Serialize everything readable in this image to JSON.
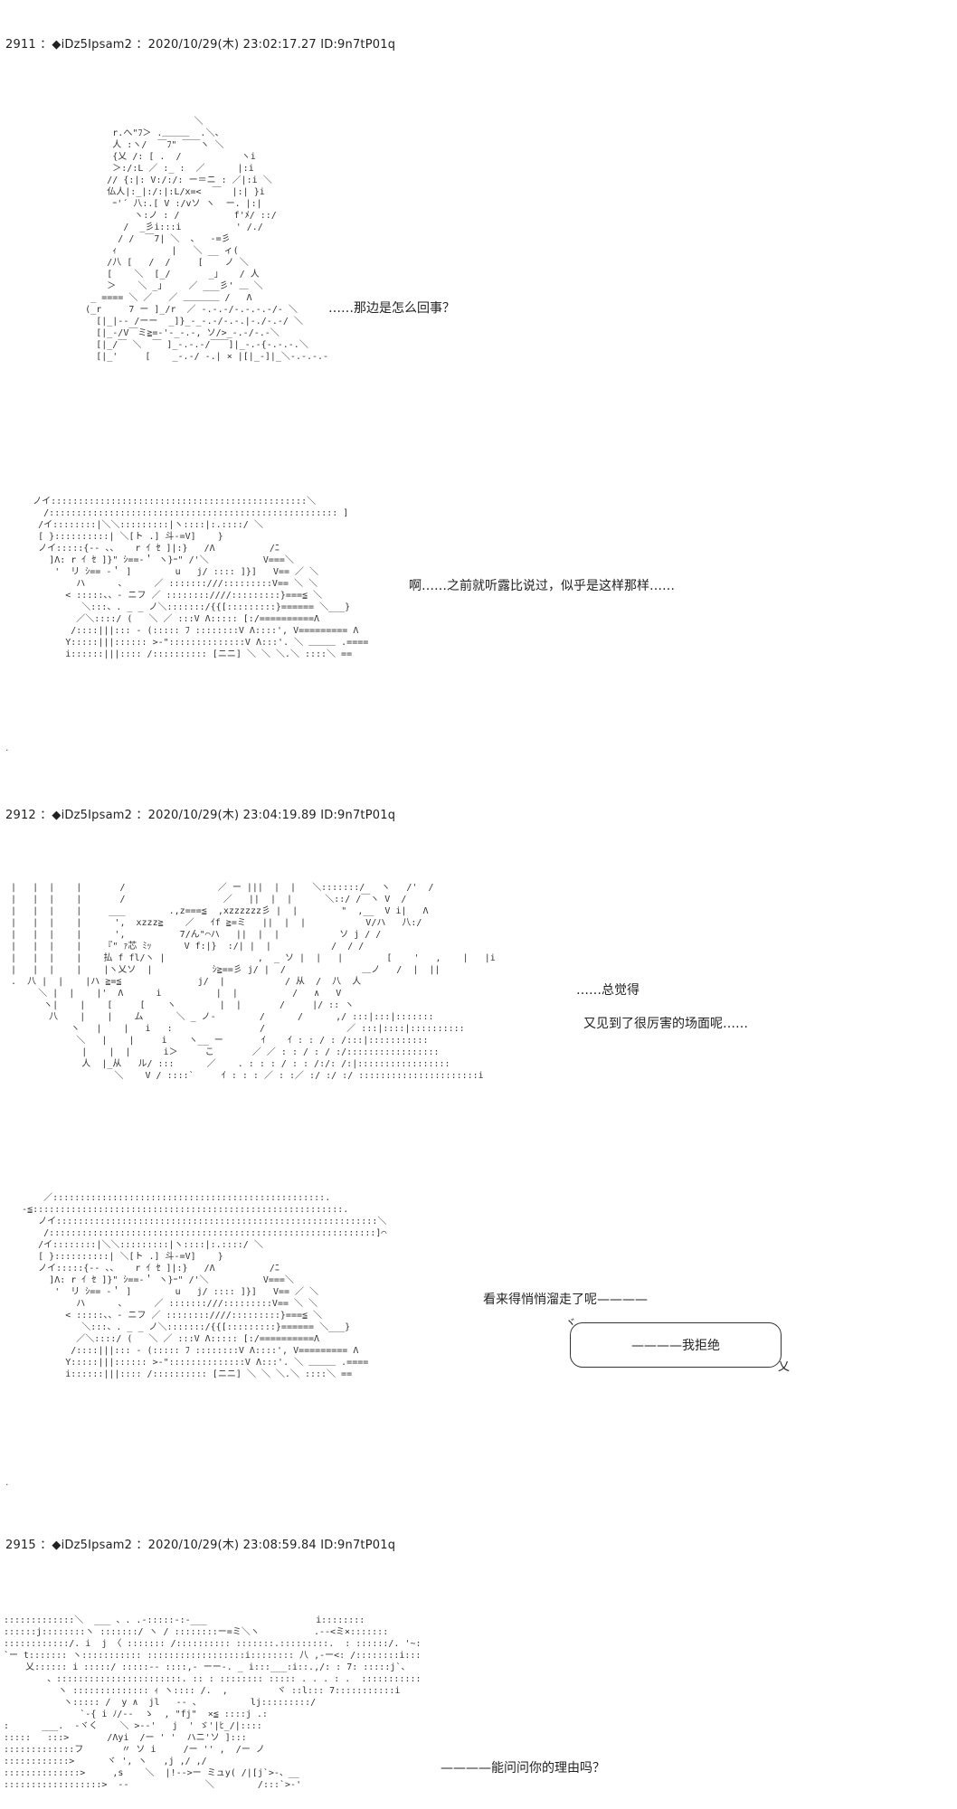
{
  "posts": [
    {
      "header": "2911 ：◆iDz5Ipsam2 ：2020/10/29(木) 23:02:17.27 ID:9n7tP01q",
      "lines": [
        "……那边是怎么回事？",
        "啊……之前就听露比说过，似乎是这样那样……"
      ]
    },
    {
      "header": "2912 ：◆iDz5Ipsam2 ：2020/10/29(木) 23:04:19.89 ID:9n7tP01q",
      "lines": [
        "……总觉得",
        "又见到了很厉害的场面呢……",
        "看来得悄悄溜走了呢————"
      ],
      "bubble": "————我拒绝"
    },
    {
      "header": "2915 ：◆iDz5Ipsam2 ：2020/10/29(木) 23:08:59.84 ID:9n7tP01q",
      "lines": [
        "————能问问你的理由吗？"
      ]
    }
  ],
  "art": {
    "a1": "                             ＼\n              r.へ\"ﾌ＞ .＿＿＿  .＼、\n              人 :ヽ/  ￣ﾌ\" ￣￣ヽ ＼\n              {乂 /: [ .  /           ヽi\n              ＞:/:L ／ :_ :  ／      |:i\n             // {:|: V:/:/: ー＝ニ : ／|:i ＼\n             仏人|:_|:/:|:L/x=<  ￣  |:| }i\n              ｰ'´ 八:.[ V :/vソ ヽ  ー. |:|\n                  ヽ:ノ : /          f'ﾒ/ ::/\n                /  _彡i:::i          ' /./\n               / /  ￣7| ＼  、  -=彡\n              ｨ          |   ＼ __ ィ(\n             /八 [   /  /     [    ノ ＼\n             [    ＼  [_/       _」   / 人\n             ＞    ＼ _」    ／ ___彡' ＿ ＼\n          _ ==== ＼ ／   ／ ＿＿＿＿ /   Λ\n         (_r     7 ー ]_/r  ／ -.-.-/-.-.-.-/- ＼\n           [|_|-- /ーー  _]}_-_-.-/-.-.|-./-.-/ ＼\n           [|_-/V￣ミ≧=-'-_-.-, ソ/>_-.-/-.-＼\n           [|_/￣ ＼  ￣ ]_-.-.-/￣￣]|_-.-{-.-.-.＼\n           [|_'     [    _-.-/ -.| × |[|_-]|_＼-.-.-.-",
    "a2": "      ノイ:::::::::::::::::::::::::::::::::::::::::::::::＼\n        /::::::::::::::::::::::::::::::::::::::::::::::::::::: ]\n       /イ::::::::|＼＼:::::::::|ヽ::::|:.::::/ ＼\n       [ }::::::::::| ＼[ト .] 斗-=V]    }\n       ノイ:::::{-‐ 、、   r ｲ ｾ ]|:}   /Λ          /ﾆ\n         ]Λ: r ｲ ｾ ]}\" ｼ==-＇ ヽ}ｰ\" /'＼          V===＼\n          '  リ ｼ== -＇ ]        u   j/ :::: ]}]   V== ／ ＼\n              ハ      、     ／ :::::::///:::::::::V== ＼ ＼\n            < :::::、、- ニフ ／ ::::::::////:::::::::}===≦ ＼\n               ＼:::、. _ _ ノ＼:::::::/{{[:::::::::}====== ＼___}\n              ／＼::::/ (   ＼ ／ :::V Λ::::: [:/==========Λ\n             /::::|||::: - (::::: ﾌ ::::::::V Λ::::', V========= Λ\n            Y:::::|||:::::: >-\"::::::::::::::V Λ:::'. ＼ ＿＿＿ .====\n            i::::::|||:::: /:::::::::: [ニニ] ＼ ＼ ＼.＼ ::::＼ ==",
    "a3": "  |   |  |    |       /                 ／ ー |||  |  |   ＼:::::::/   ヽ   /'  /\n  |   |  |    |       /                  ／   ||  |  |      ＼::/ /￣ヽ V  /\n  |   |  |    |     ___        .,z===≦  ,xzzzzzz彡 |  |        \"  ,__  V i|   Λ\n  |   |  |    |      ',  xzzz≧    ／   ｲf ≧=ミ   ||  |  |           V/ハ   八:/\n  |   |  |    |      ',          7/ん\"⌒ハ   ||  |  |           ソ j / /\n  |   |  |    |    『\" ｧ芯 ﾐｯ      V f:|}  :/| |  |           /  / /\n  |   |  |    |    払 f fl/ヽ |                 ,  _ ソ |  |   |        [    '   ,    |   |i\n  |   |  |    |    |ヽ乂ソ  |           ｼ≧==彡 j/ |  /              ＿ノ   /  |  ||\n  .  八 |  |    |ハ ≧=≦              j/  |           / 从  /  八  人\n       ＼ |  |    |'  Λ      i          |  |          /   ∧   V\n        ヽ|    |    [     [    ヽ        |  |       /     |/ :: ヽ\n         八    |    |    ム      ＼ _ ノ-        /      /      ,/ :::|:::|:::::::\n             ヽ   |    |   i   :                /               ／ :::|::::|::::::::::\n              ＼   |    |     i    ヽ__ ー       ｲ    ｲ : : / : /:::|:::::::::::\n               |    |  |      i＞     こ       ／ ／ : : / : / :/:::::::::::::::::\n               人  |_从   ル/ :::      ／    . : : : / : : /:/: /:|:::::::::::::::::\n                     ＼    V / ::::`     ｲ : : : ／ : :／ :/ :/ :/ ::::::::::::::::::::::i",
    "a4": "        ／::::::::::::::::::::::::::::::::::::::::::::::::::.\n    ‐≦:::::::::::::::::::::::::::::::::::::::::::::::::::::::::.\n       ノイ:::::::::::::::::::::::::::::::::::::::::::::::::::::::::::＼\n        /::::::::::::::::::::::::::::::::::::::::::::::::::::::::::::]⌒\n       /イ::::::::|＼＼:::::::::|ヽ::::|:.::::/ ＼\n       [ }::::::::::| ＼[ト .] 斗-=V]    }\n       ノイ:::::{-‐ 、、   r ｲ ｾ ]|:}   /Λ          /ﾆ\n         ]Λ: r ｲ ｾ ]}\" ｼ==-＇ ヽ}ｰ\" /'＼          V===＼\n          '  リ ｼ== -＇ ]        u   j/ :::: ]}]   V== ／ ＼\n              ハ      、     ／ :::::::///:::::::::V== ＼ ＼\n            < :::::、、- ニフ ／ ::::::::////:::::::::}===≦ ＼\n               ＼:::、. _ _ ノ＼:::::::/{{[:::::::::}====== ＼___}\n              ／＼::::/ (   ＼ ／ :::V Λ::::: [:/==========Λ\n             /::::|||::: - (::::: ﾌ ::::::::V Λ::::', V========= Λ\n            Y:::::|||:::::: >-\"::::::::::::::V Λ:::'. ＼ ＿＿＿ .====\n            i::::::|||:::: /:::::::::: [ニニ] ＼ ＼ ＼.＼ ::::＼ ==",
    "a5": ":::::::::::::＼  ___ 、. .-:::::-:-___                    i::::::::\n::::::j::::::::ヽ :::::::/ ヽ / ::::::::ー=ミ＼ヽ          .--<ミ×:::::::\n::::::::::::/. i  j 〈 ::::::: /:::::::::: :::::::.:::::::::.  : ::::::/. '~:ヾリ::::::\n`ー t::::::: ヽ::::::::::: ::::::::::::::::::i:::::::: 八 ,-ー<: /::::::::i::::::\n    乂:::::: i :::::/ :::::-- ::::,- ーー-. _ i:::___:i::.,/: : 7: :::::j`、\n        、:::::::::::::::::::::::. :: : :::::::: ::::: . . . : .  ::::::::::::::::::  ゞ\n          ヽ :::::::::::::: ｨ ヽ:::: /.  ,         ヾ ::l::: 7:::::::::::i\n           ヽ::::: /  y ∧  jl   -- 、         lj:::::::::/\n              `-{ i ﾉ/--  ゝ  , \"fj\"  ×≦ ::::j .:\n:      ___.  -ヾく    ＼ >--'   j  ' ゞ'|ﾋ_/|::::\n:::::   :::>       /Λyi  /ー ' '  ハニ'ソ ]:::\n:::::::::::::フ       〃 ソ i     /ー '' ,  /ー ノ\n::::::::::::>      ヾ ', ヽ   ,j ,/ ,/\n::::::::::::::>     ,s    ＼  |!-->ー ミュy( /|[j`>-、__\n::::::::::::::::::>  --              ＼        /:::`>-'"
  }
}
